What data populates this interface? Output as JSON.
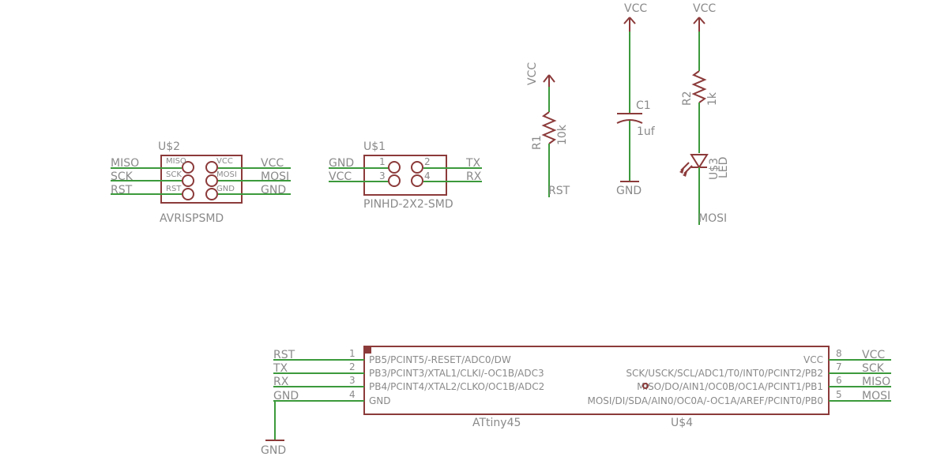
{
  "u2": {
    "name": "U$2",
    "value": "AVRISPSMD",
    "inner": [
      "MISO",
      "VCC",
      "SCK",
      "MOSI",
      "RST",
      "GND"
    ],
    "left_nets": [
      "MISO",
      "SCK",
      "RST"
    ],
    "right_nets": [
      "VCC",
      "MOSI",
      "GND"
    ]
  },
  "u1": {
    "name": "U$1",
    "value": "PINHD-2X2-SMD",
    "pins": [
      "1",
      "2",
      "3",
      "4"
    ],
    "left_nets": [
      "GND",
      "VCC"
    ],
    "right_nets": [
      "TX",
      "RX"
    ]
  },
  "r1": {
    "name": "R1",
    "value": "10k",
    "top_net": "VCC",
    "bottom_net": "RST"
  },
  "c1": {
    "name": "C1",
    "value": "1uf",
    "top_net": "VCC",
    "bottom_net": "GND"
  },
  "r2": {
    "name": "R2",
    "value": "1k",
    "top_net": "VCC"
  },
  "led": {
    "name": "U$3",
    "value": "LED",
    "bottom_net": "MOSI"
  },
  "u4": {
    "name": "U$4",
    "value": "ATtiny45",
    "left": [
      {
        "num": "1",
        "net": "RST",
        "pin": "PB5/PCINT5/-RESET/ADC0/DW"
      },
      {
        "num": "2",
        "net": "TX",
        "pin": "PB3/PCINT3/XTAL1/CLKI/-OC1B/ADC3"
      },
      {
        "num": "3",
        "net": "RX",
        "pin": "PB4/PCINT4/XTAL2/CLKO/OC1B/ADC2"
      },
      {
        "num": "4",
        "net": "GND",
        "pin": "GND"
      }
    ],
    "right": [
      {
        "num": "8",
        "net": "VCC",
        "pin": "VCC"
      },
      {
        "num": "7",
        "net": "SCK",
        "pin": "SCK/USCK/SCL/ADC1/T0/INT0/PCINT2/PB2"
      },
      {
        "num": "6",
        "net": "MISO",
        "pin": "MISO/DO/AIN1/OC0B/OC1A/PCINT1/PB1"
      },
      {
        "num": "5",
        "net": "MOSI",
        "pin": "MOSI/DI/SDA/AIN0/OC0A/-OC1A/AREF/PCINT0/PB0"
      }
    ],
    "gnd_symbol": "GND"
  },
  "colors": {
    "wire": "#3c9a3c",
    "symbol": "#8c3a3a",
    "text": "#8a8a8a"
  }
}
